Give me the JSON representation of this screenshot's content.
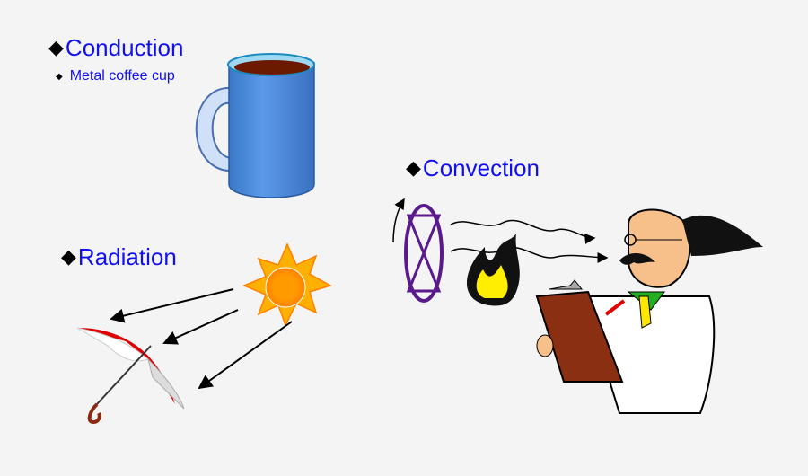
{
  "sections": {
    "conduction": {
      "bullet": "◆",
      "title": "Conduction",
      "items": [
        {
          "bullet": "◆",
          "label": "Metal coffee cup"
        }
      ]
    },
    "convection": {
      "bullet": "◆",
      "title": "Convection"
    },
    "radiation": {
      "bullet": "◆",
      "title": "Radiation"
    }
  },
  "colors": {
    "background": "#f4f4f4",
    "heading_text": "#1010f0",
    "mug_blue": "#4a88d8",
    "coffee": "#6b1a00",
    "sun_orange": "#ff8a00",
    "sun_rays": "#ffb000",
    "umbrella_red": "#e00000",
    "fan_purple": "#5a1a8c",
    "flame_yellow": "#ffee00",
    "clipboard_brown": "#8b2f12",
    "tie_yellow": "#ffe600",
    "shirt_green": "#22b022",
    "skin": "#f7c08a"
  }
}
